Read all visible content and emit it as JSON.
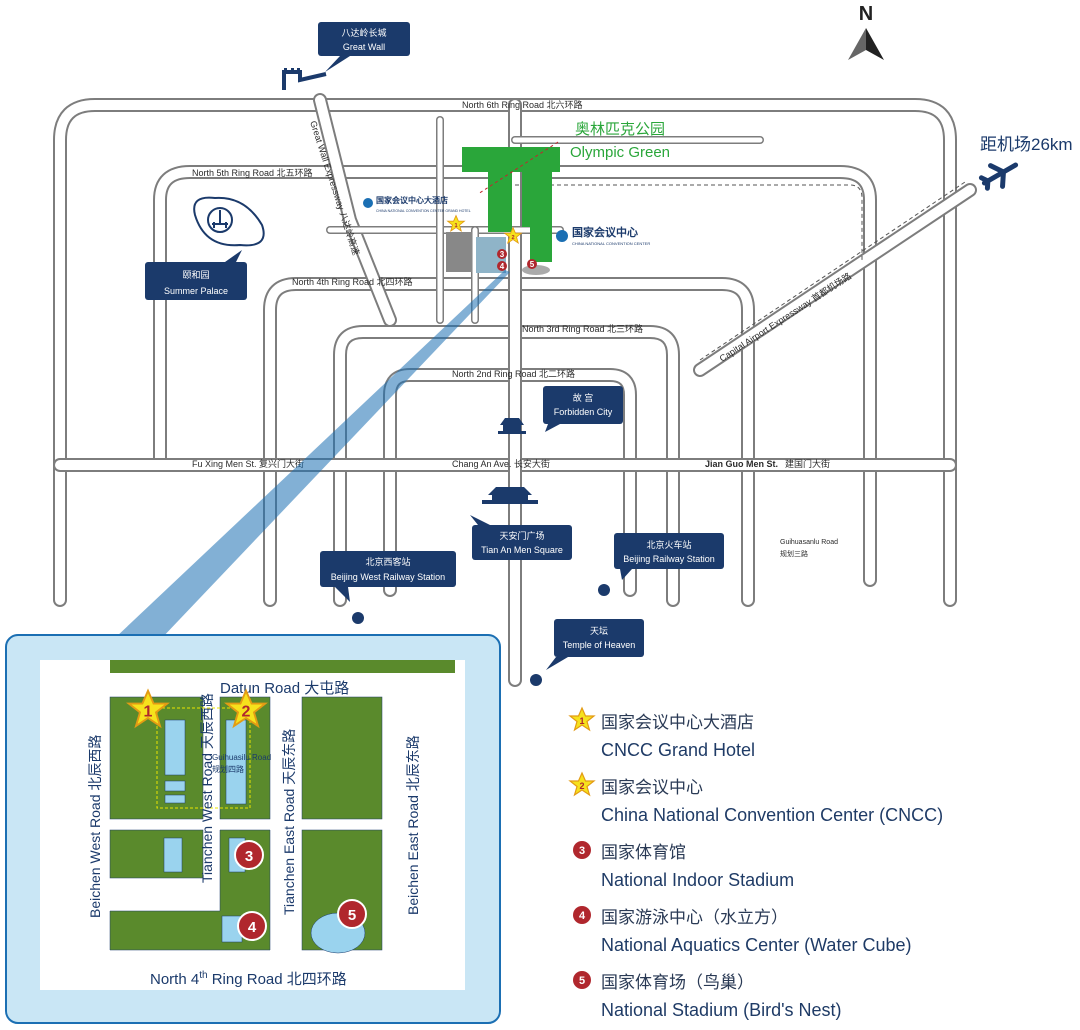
{
  "compass": {
    "label": "N"
  },
  "roads": {
    "ring6": "North 6th Ring Road 北六环路",
    "ring5": "North 5th Ring Road 北五环路",
    "ring4": "North 4th Ring Road  北四环路",
    "ring3": "North 3rd Ring Road  北三环路",
    "ring2": "North 2nd Ring Road 北二环路",
    "great_wall_expwy": "Great Wall Expressway 八达岭高速",
    "airport_expwy": "Capital Airport Expressway 首都机场路",
    "fuxingmen": "Fu Xing Men St.  复兴门大街",
    "changan": "Chang An Ave. 长安大街",
    "jianguomen_en": "Jian Guo Men St.",
    "jianguomen_zh": "建国门大街",
    "guihuasanlu_en": "Guihuasanlu Road",
    "guihuasanlu_zh": "规划三路"
  },
  "places": {
    "great_wall": {
      "zh": "八达岭长城",
      "en": "Great Wall"
    },
    "summer_palace": {
      "zh": "颐和园",
      "en": "Summer Palace"
    },
    "forbidden_city": {
      "zh": "故 宫",
      "en": "Forbidden City"
    },
    "tiananmen": {
      "zh": "天安门广场",
      "en": "Tian An Men Square"
    },
    "beijing_west": {
      "zh": "北京西客站",
      "en": "Beijing West Railway Station"
    },
    "beijing_station": {
      "zh": "北京火车站",
      "en": "Beijing Railway Station"
    },
    "temple_heaven": {
      "zh": "天坛",
      "en": "Temple of Heaven"
    }
  },
  "olympic": {
    "zh": "奥林匹克公园",
    "en": "Olympic Green"
  },
  "airport": {
    "label": "距机场26km"
  },
  "cncc_hotel_logo": {
    "zh": "国家会议中心大酒店",
    "en": "CHINA NATIONAL CONVENTION CENTER GRAND HOTEL"
  },
  "cncc_logo": {
    "zh": "国家会议中心",
    "en": "CHINA NATIONAL CONVENTION CENTER"
  },
  "inset": {
    "datun": "Datun Road  大屯路",
    "beichen_west": "Beichen West Road  北辰西路",
    "tianchen_west": "Tianchen West Road  天辰西路",
    "tianchen_east": "Tianchen East Road  天辰东路",
    "beichen_east": "Beichen East Road  北辰东路",
    "guihuasi_en": "Guihuasilu Road",
    "guihuasi_zh": "规划四路",
    "north4_pre": "North 4",
    "north4_sup": "th",
    "north4_post": " Ring Road  北四环路"
  },
  "legend": [
    {
      "num": "1",
      "zh": "国家会议中心大酒店",
      "en": "CNCC Grand Hotel",
      "icon": "star-icon"
    },
    {
      "num": "2",
      "zh": "国家会议中心",
      "en": "China National Convention Center (CNCC)",
      "icon": "star-icon"
    },
    {
      "num": "3",
      "zh": "国家体育馆",
      "en": "National Indoor Stadium",
      "icon": "circle-icon"
    },
    {
      "num": "4",
      "zh": "国家游泳中心（水立方）",
      "en": "National Aquatics Center (Water Cube)",
      "icon": "circle-icon"
    },
    {
      "num": "5",
      "zh": "国家体育场（鸟巢）",
      "en": "National Stadium (Bird's Nest)",
      "icon": "circle-icon"
    }
  ],
  "colors": {
    "navy": "#1b3a6b",
    "green": "#2aa63a",
    "park": "#5a8a2c",
    "water": "#9ad3ee",
    "star": "#f6e21c",
    "marker": "#b0272d"
  }
}
